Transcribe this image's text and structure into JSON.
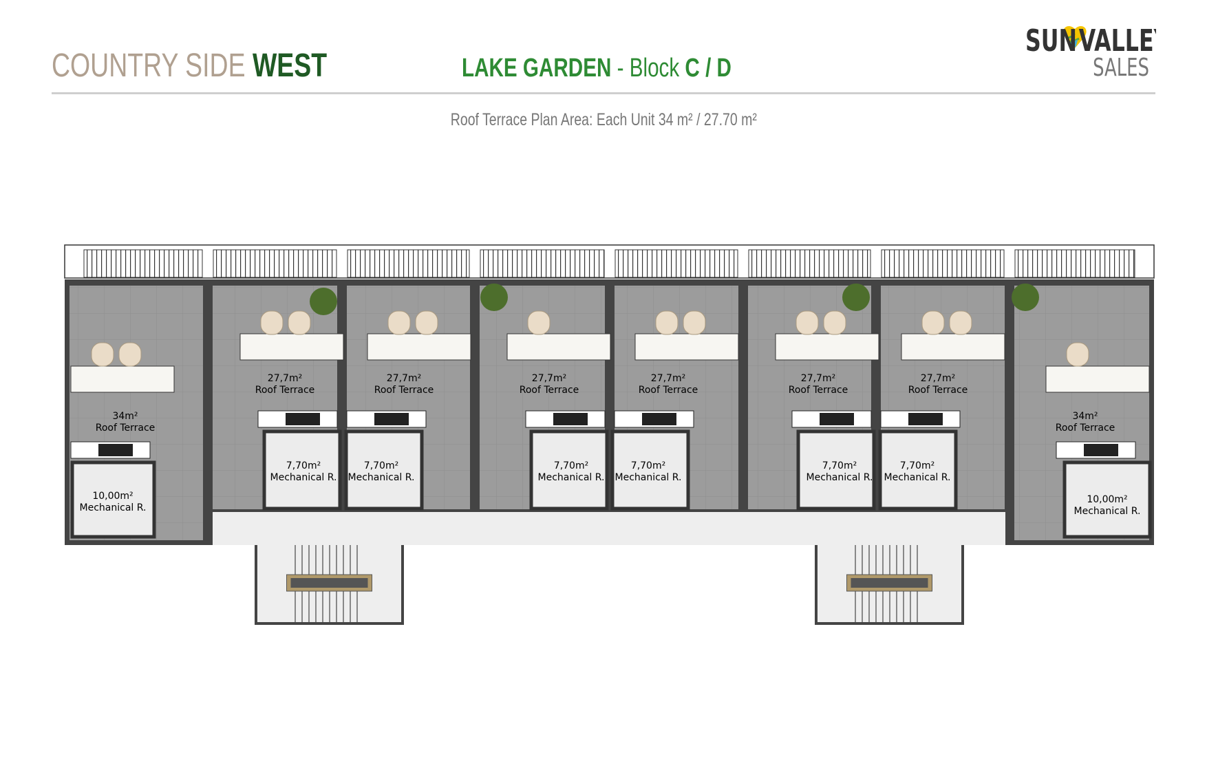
{
  "header": {
    "project_light": "COUNTRY SIDE",
    "project_bold": "WEST",
    "block_bold": "LAKE GARDEN",
    "block_mid": " - Block ",
    "block_letters": "C / D"
  },
  "logo": {
    "line1_a": "SUN",
    "line1_b": "VALLEY",
    "line2": "SALES",
    "colors": {
      "dark": "#333333",
      "yellow": "#f5c400",
      "green": "#5aa53a",
      "blue": "#43b0d8"
    }
  },
  "subtitle": "Roof Terrace Plan Area: Each Unit 34 m² / 27.70 m²",
  "plan": {
    "terraces": [
      {
        "area": "34m²",
        "label": "Roof Terrace"
      },
      {
        "area": "27,7m²",
        "label": "Roof Terrace"
      },
      {
        "area": "27,7m²",
        "label": "Roof Terrace"
      },
      {
        "area": "27,7m²",
        "label": "Roof Terrace"
      },
      {
        "area": "27,7m²",
        "label": "Roof Terrace"
      },
      {
        "area": "27,7m²",
        "label": "Roof Terrace"
      },
      {
        "area": "27,7m²",
        "label": "Roof Terrace"
      },
      {
        "area": "34m²",
        "label": "Roof Terrace"
      }
    ],
    "mechanical": [
      {
        "area": "10,00m²",
        "label": "Mechanical R."
      },
      {
        "area": "7,70m²",
        "label": "Mechanical R."
      },
      {
        "area": "7,70m²",
        "label": "Mechanical R."
      },
      {
        "area": "7,70m²",
        "label": "Mechanical R."
      },
      {
        "area": "7,70m²",
        "label": "Mechanical R."
      },
      {
        "area": "7,70m²",
        "label": "Mechanical R."
      },
      {
        "area": "7,70m²",
        "label": "Mechanical R."
      },
      {
        "area": "10,00m²",
        "label": "Mechanical R."
      }
    ]
  }
}
